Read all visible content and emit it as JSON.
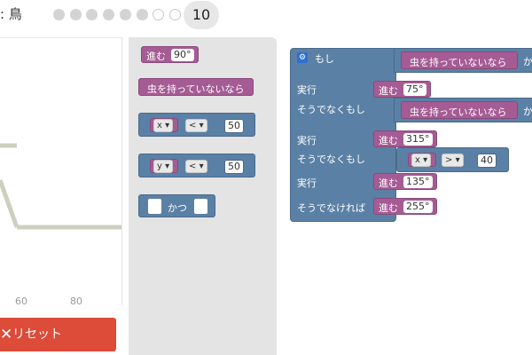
{
  "header": {
    "puzzle_label": ": 鳥",
    "progress_dots": {
      "total": 9,
      "filled": 6
    },
    "level": "10"
  },
  "viz": {
    "ticks": [
      "60",
      "80"
    ],
    "colors": {
      "path": "#cfcfbf"
    },
    "reset_label": "リセット",
    "reset_icon": "close-icon"
  },
  "toolbox": {
    "move_label": "進む",
    "move_value": "90°",
    "no_worm_label": "虫を持っていないなら",
    "compare_x": {
      "var": "x",
      "op": "<",
      "value": "50"
    },
    "compare_y": {
      "var": "y",
      "op": "<",
      "value": "50"
    },
    "and_label": "かつ"
  },
  "workspace": {
    "if_label": "もし",
    "condition_1": "虫を持っていないなら",
    "condition_1_suffix": "か",
    "do_label_1": "実行",
    "move_1": {
      "label": "進む",
      "value": "75°"
    },
    "elseif_label_1": "そうでなくもし",
    "condition_2": "虫を持っていないなら",
    "condition_2_suffix": "か",
    "do_label_2": "実行",
    "move_2": {
      "label": "進む",
      "value": "315°"
    },
    "elseif_label_2": "そうでなくもし",
    "compare": {
      "var": "x",
      "op": ">",
      "value": "40"
    },
    "do_label_3": "実行",
    "move_3": {
      "label": "進む",
      "value": "135°"
    },
    "else_label": "そうでなければ",
    "move_4": {
      "label": "進む",
      "value": "255°"
    }
  },
  "colors": {
    "logic_blue": "#5b80a5",
    "movement_purple": "#a55b93",
    "reset_red": "#dd4b39",
    "toolbox_gray": "#e4e4e4"
  }
}
